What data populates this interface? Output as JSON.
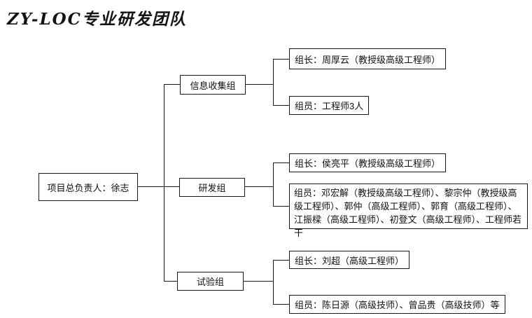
{
  "title": "ZY-LOC专业研发团队",
  "root": {
    "label": "项目总负责人：徐志"
  },
  "groups": [
    {
      "name": "信息收集组",
      "leader": "组长：周厚云（教授级高级工程师）",
      "members": "组员：工程师3人"
    },
    {
      "name": "研发组",
      "leader": "组长：侯亮平（教授级高级工程师）",
      "members": "组员：邓宏解（教授级高级工程师）、黎宗仲（教授级高级工程师）、郭仲（高级工程师）、郭育（高级工程师）、江振樑（高级工程师）、初登文（高级工程师）、工程师若干"
    },
    {
      "name": "试验组",
      "leader": "组长：刘超（高级工程师）",
      "members": "组员：陈日源（高级技师）、曾品贵（高级技师）等"
    }
  ],
  "colors": {
    "line": "#1a1a1a",
    "text": "#111111",
    "background": "#ffffff"
  }
}
